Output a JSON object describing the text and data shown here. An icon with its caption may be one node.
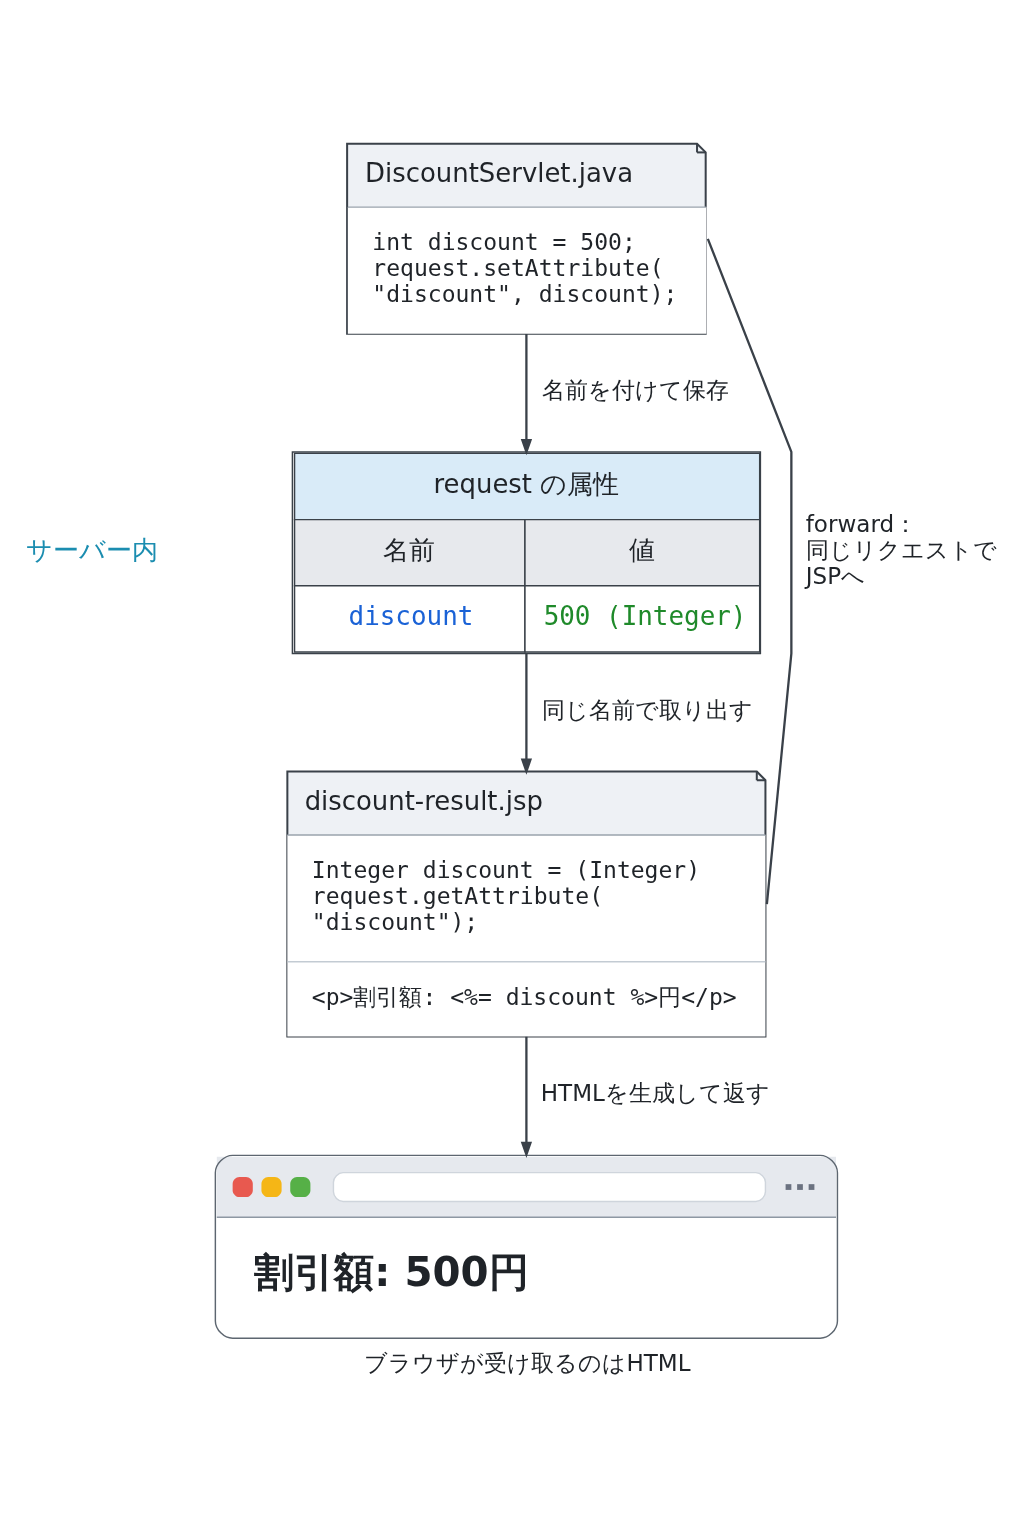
{
  "diagram": {
    "nodes": [
      {
        "text": [
          "DiscountServlet.java",
          "int discount = 500; request.setAttribute( \"discount\", discount);"
        ]
      },
      {
        "text": [
          "request の属性",
          "名前",
          "値",
          "discount",
          "500 (Integer)"
        ]
      },
      {
        "text": [
          "discount-result.jsp",
          "Integer discount = (Integer) request.getAttribute( \"discount\");",
          "<p>割引額: <%= discount %>円</p>"
        ]
      },
      {
        "text": [
          "割引額: 500円"
        ],
        "beside": [
          "ブラウザが受け取るのはHTML"
        ]
      }
    ],
    "edges": [
      {
        "from": 0,
        "to": 1,
        "arrow": "to",
        "label": "名前を付けて保存"
      },
      {
        "from": 1,
        "to": 2,
        "arrow": "to",
        "label": "同じ名前で取り出す"
      },
      {
        "from": 2,
        "to": 3,
        "arrow": "to",
        "label": "HTMLを生成して返す"
      },
      {
        "from": 0,
        "to": 2,
        "arrow": "none",
        "label": "forward：同じリクエストでJSPへ"
      }
    ],
    "labels": [
      "サーバー内"
    ]
  }
}
